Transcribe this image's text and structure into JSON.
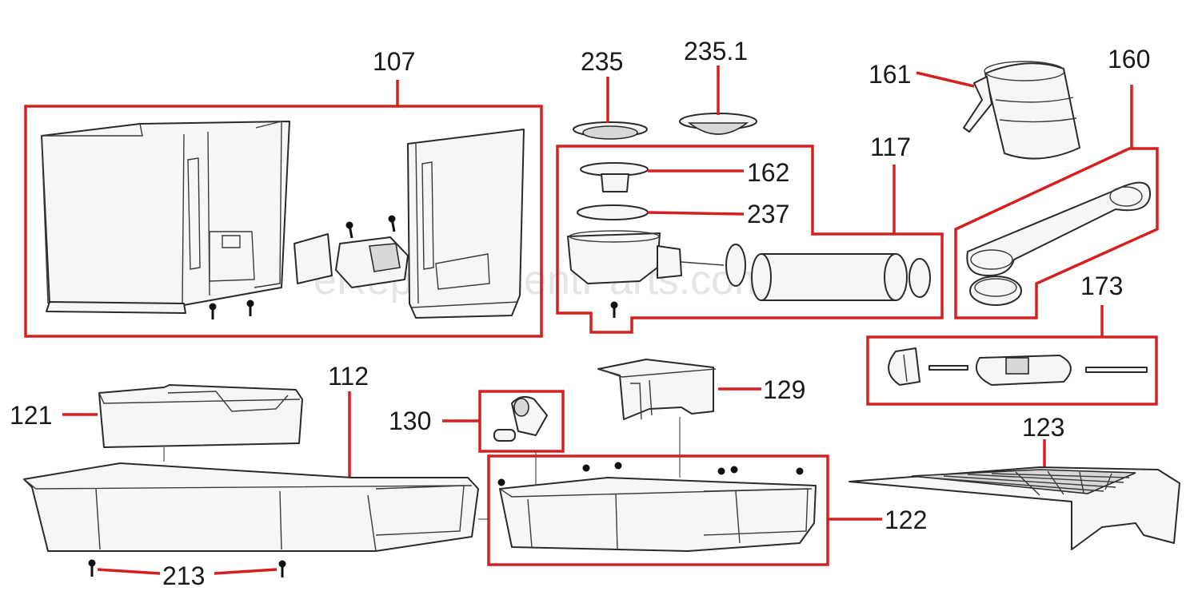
{
  "colors": {
    "callout": "#d42020",
    "line_art": "#2a2a2a",
    "watermark": "#d0d0d0"
  },
  "watermark": "eReplacementParts.com",
  "callouts": {
    "p107": "107",
    "p235": "235",
    "p235_1": "235.1",
    "p161": "161",
    "p160": "160",
    "p117": "117",
    "p162": "162",
    "p237": "237",
    "p173": "173",
    "p121": "121",
    "p112": "112",
    "p130": "130",
    "p129": "129",
    "p123": "123",
    "p122": "122",
    "p213": "213"
  },
  "parts": {
    "water_tank_assembly": "water-tank",
    "filter_assembly": "filter",
    "carafe": "carafe",
    "measuring_scoop": "scoop",
    "valve_kit": "valve",
    "drip_tray_insert": "drip-insert",
    "drip_tray": "drip-tray",
    "base_tray": "base-tray",
    "grid_cover": "grid"
  }
}
